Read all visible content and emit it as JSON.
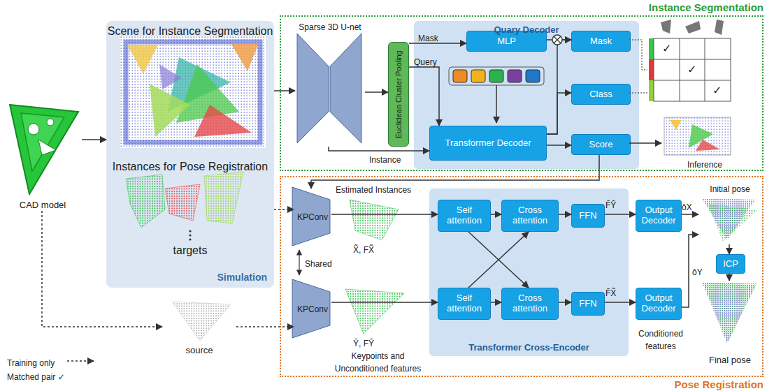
{
  "diagram": {
    "nodes": [
      {
        "text": [
          "CAD model"
        ]
      },
      {
        "text": [
          "Scene for Instance Segmentation",
          "Instances for Pose Registration",
          "targets",
          "Simulation"
        ]
      },
      {
        "text": [
          "source"
        ]
      },
      {
        "text": [
          "Instance Segmentation"
        ]
      },
      {
        "text": [
          "Sparse 3D U-net"
        ],
        "in": 3
      },
      {
        "text": [
          "Euclidean Cluster Pooling"
        ],
        "in": 3
      },
      {
        "text": [
          "Quary Decoder"
        ],
        "in": 3
      },
      {
        "text": [
          "MLP"
        ],
        "in": 6
      },
      {
        "text": [
          "Mask"
        ],
        "in": 6
      },
      {
        "text": [
          "Class"
        ],
        "in": 6
      },
      {
        "text": [
          "Transformer Decoder"
        ],
        "in": 6
      },
      {
        "text": [
          "Score"
        ],
        "in": 6
      },
      {
        "text": [
          "Pose Registration"
        ]
      },
      {
        "text": [
          "KPConv"
        ],
        "in": 12
      },
      {
        "text": [
          "KPConv"
        ],
        "in": 12
      },
      {
        "text": [
          "Transformer Cross-Encoder"
        ],
        "in": 12
      },
      {
        "text": [
          "Self attention"
        ],
        "in": 15
      },
      {
        "text": [
          "Cross attention"
        ],
        "in": 15
      },
      {
        "text": [
          "FFN"
        ],
        "in": 15
      },
      {
        "text": [
          "Self attention"
        ],
        "in": 15
      },
      {
        "text": [
          "Cross attention"
        ],
        "in": 15
      },
      {
        "text": [
          "FFN"
        ],
        "in": 15
      },
      {
        "text": [
          "Output Decoder"
        ],
        "in": 12
      },
      {
        "text": [
          "Output Decoder"
        ],
        "in": 12
      },
      {
        "text": [
          "Initial pose"
        ],
        "in": 12
      },
      {
        "text": [
          "ICP"
        ],
        "in": 12
      },
      {
        "text": [
          "Final pose"
        ],
        "in": 12
      }
    ],
    "edges": [
      {
        "from": 0,
        "to": 1,
        "arrow": "to"
      },
      {
        "from": 0,
        "to": 2,
        "arrow": "to"
      },
      {
        "from": 1,
        "to": 4,
        "arrow": "to"
      },
      {
        "from": 4,
        "to": 5,
        "arrow": "to"
      },
      {
        "from": 5,
        "to": 7,
        "label": "Mask",
        "arrow": "to"
      },
      {
        "from": 5,
        "to": 10,
        "label": "Query",
        "arrow": "to"
      },
      {
        "from": 4,
        "to": 10,
        "label": "Instance",
        "arrow": "to"
      },
      {
        "from": 7,
        "to": 8,
        "arrow": "to"
      },
      {
        "from": 10,
        "to": 8,
        "arrow": "to"
      },
      {
        "from": 10,
        "to": 9,
        "arrow": "to"
      },
      {
        "from": 10,
        "to": 11,
        "arrow": "to"
      },
      {
        "from": 11,
        "to": 13,
        "label": "Estimated Instances",
        "arrow": "to"
      },
      {
        "from": 1,
        "to": 13,
        "arrow": "to"
      },
      {
        "from": 2,
        "to": 14,
        "arrow": "to"
      },
      {
        "from": 13,
        "to": 16,
        "arrow": "to"
      },
      {
        "from": 14,
        "to": 19,
        "arrow": "to"
      },
      {
        "from": 16,
        "to": 17,
        "arrow": "to"
      },
      {
        "from": 19,
        "to": 20,
        "arrow": "to"
      },
      {
        "from": 16,
        "to": 20,
        "arrow": "to"
      },
      {
        "from": 19,
        "to": 17,
        "arrow": "to"
      },
      {
        "from": 17,
        "to": 18,
        "arrow": "to"
      },
      {
        "from": 20,
        "to": 21,
        "arrow": "to"
      },
      {
        "from": 18,
        "to": 22,
        "label": "F̄Ŷ",
        "arrow": "to"
      },
      {
        "from": 21,
        "to": 23,
        "label": "F̄X̃",
        "arrow": "to"
      },
      {
        "from": 22,
        "to": 24,
        "label": "ôX",
        "arrow": "to"
      },
      {
        "from": 23,
        "to": 24,
        "label": "ôY",
        "arrow": "to"
      },
      {
        "from": 24,
        "to": 25,
        "arrow": "to"
      },
      {
        "from": 25,
        "to": 26,
        "arrow": "to"
      }
    ],
    "labels": [
      "X̃, FX̃",
      "Ỹ, FỸ",
      "Keypoints and Unconditioned features",
      "Conditioned features",
      "Shared",
      "Inference",
      "✓",
      "✓",
      "✓"
    ],
    "legend": [
      {
        "text": "Training only"
      },
      {
        "text": "Matched pair ✓"
      }
    ]
  }
}
